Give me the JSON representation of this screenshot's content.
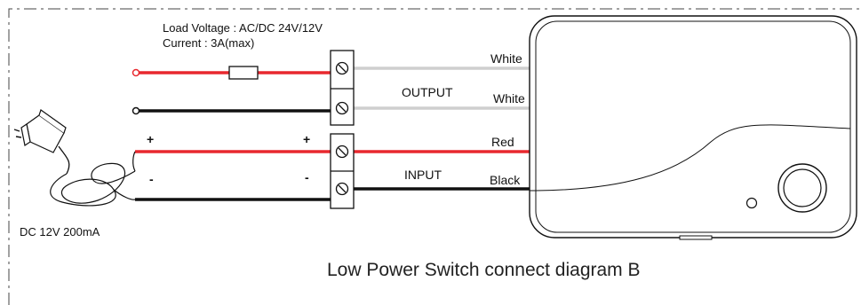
{
  "spec": {
    "load_voltage": "Load Voltage : AC/DC 24V/12V",
    "current": "Current : 3A(max)"
  },
  "output": {
    "label": "OUTPUT",
    "wire1_color_label": "White",
    "wire2_color_label": "White"
  },
  "input": {
    "label": "INPUT",
    "wire1_color_label": "Red",
    "wire2_color_label": "Black",
    "plus_left": "+",
    "minus_left": "-",
    "plus_terminal": "+",
    "minus_terminal": "-"
  },
  "adapter": {
    "label": "DC 12V 200mA",
    "icon": "power-adapter-icon"
  },
  "device": {
    "icon": "switch-device-icon"
  },
  "caption": "Low Power Switch connect diagram B",
  "colors": {
    "red_wire": "#e8282e",
    "black_wire": "#111111",
    "white_wire": "#cfcfcf"
  }
}
